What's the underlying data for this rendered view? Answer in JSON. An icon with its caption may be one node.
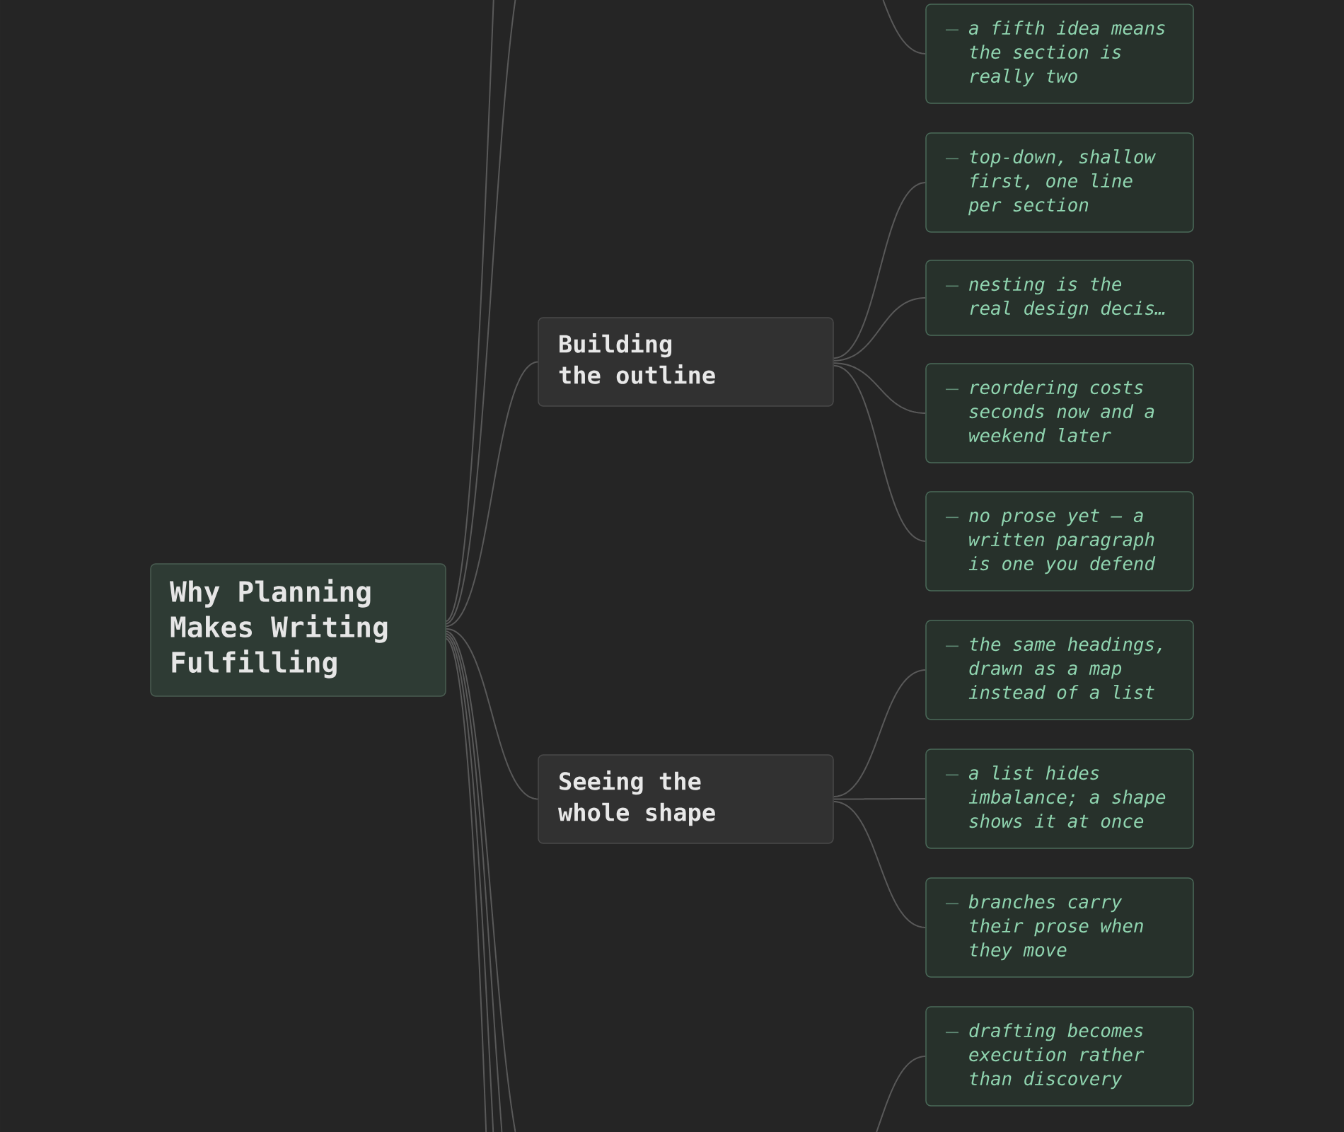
{
  "diagram": {
    "nodes": [
      {
        "text": [
          "Why Planning Makes Writing Fulfilling"
        ]
      },
      {
        "text": [
          "Building the outline"
        ]
      },
      {
        "text": [
          "Seeing the whole shape"
        ]
      },
      {
        "text": [
          "a fifth idea means the section is really two"
        ]
      },
      {
        "text": [
          "top-down, shallow first, one line per section"
        ]
      },
      {
        "text": [
          "nesting is the real design decis…"
        ]
      },
      {
        "text": [
          "reordering costs seconds now and a weekend later"
        ]
      },
      {
        "text": [
          "no prose yet — a written paragraph is one you defend"
        ]
      },
      {
        "text": [
          "the same headings, drawn as a map instead of a list"
        ]
      },
      {
        "text": [
          "a list hides imbalance; a shape shows it at once"
        ]
      },
      {
        "text": [
          "branches carry their prose when they move"
        ]
      },
      {
        "text": [
          "drafting becomes execution rather than discovery"
        ]
      }
    ],
    "edges": [
      {
        "from": 0,
        "to": null,
        "arrow": "none"
      },
      {
        "from": 0,
        "to": null,
        "arrow": "none"
      },
      {
        "from": 0,
        "to": 1,
        "arrow": "none"
      },
      {
        "from": 0,
        "to": 2,
        "arrow": "none"
      },
      {
        "from": 0,
        "to": null,
        "arrow": "none"
      },
      {
        "from": 0,
        "to": null,
        "arrow": "none"
      },
      {
        "from": 0,
        "to": null,
        "arrow": "none"
      },
      {
        "from": 0,
        "to": null,
        "arrow": "none"
      },
      {
        "from": null,
        "to": 3,
        "arrow": "none"
      },
      {
        "from": 1,
        "to": 4,
        "arrow": "none"
      },
      {
        "from": 1,
        "to": 5,
        "arrow": "none"
      },
      {
        "from": 1,
        "to": 6,
        "arrow": "none"
      },
      {
        "from": 1,
        "to": 7,
        "arrow": "none"
      },
      {
        "from": 2,
        "to": 8,
        "arrow": "none"
      },
      {
        "from": 2,
        "to": 9,
        "arrow": "none"
      },
      {
        "from": 2,
        "to": 10,
        "arrow": "none"
      },
      {
        "from": null,
        "to": 11,
        "arrow": "none"
      }
    ]
  }
}
